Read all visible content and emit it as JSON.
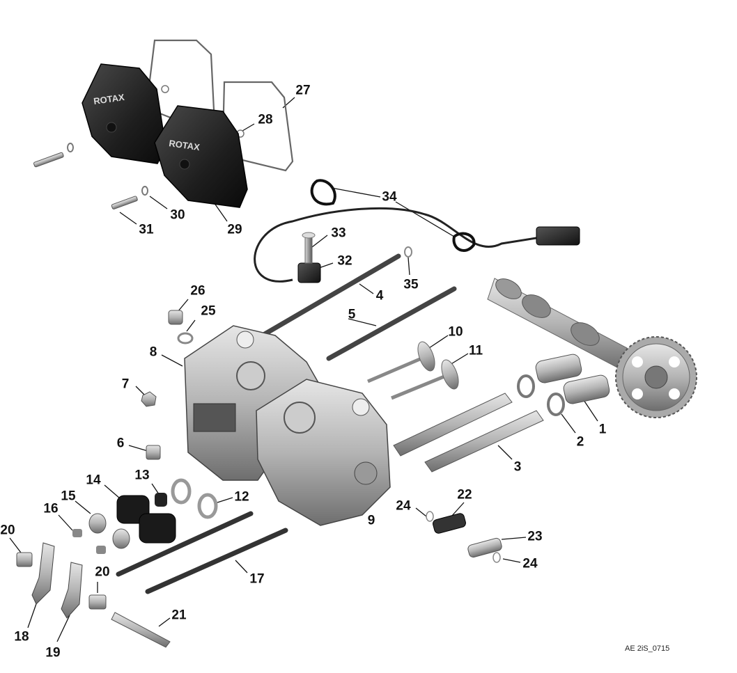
{
  "diagram": {
    "reference_code": "AE 2iS_0715",
    "cover_logo_text": "ROTAX",
    "callouts": [
      {
        "id": "c1",
        "text": "1"
      },
      {
        "id": "c2",
        "text": "2"
      },
      {
        "id": "c3",
        "text": "3"
      },
      {
        "id": "c4",
        "text": "4"
      },
      {
        "id": "c5",
        "text": "5"
      },
      {
        "id": "c6",
        "text": "6"
      },
      {
        "id": "c7",
        "text": "7"
      },
      {
        "id": "c8",
        "text": "8"
      },
      {
        "id": "c9",
        "text": "9"
      },
      {
        "id": "c10",
        "text": "10"
      },
      {
        "id": "c11",
        "text": "11"
      },
      {
        "id": "c12",
        "text": "12"
      },
      {
        "id": "c13",
        "text": "13"
      },
      {
        "id": "c14",
        "text": "14"
      },
      {
        "id": "c15",
        "text": "15"
      },
      {
        "id": "c16",
        "text": "16"
      },
      {
        "id": "c17",
        "text": "17"
      },
      {
        "id": "c18",
        "text": "18"
      },
      {
        "id": "c19",
        "text": "19"
      },
      {
        "id": "c20a",
        "text": "20"
      },
      {
        "id": "c20b",
        "text": "20"
      },
      {
        "id": "c21",
        "text": "21"
      },
      {
        "id": "c22",
        "text": "22"
      },
      {
        "id": "c23",
        "text": "23"
      },
      {
        "id": "c24a",
        "text": "24"
      },
      {
        "id": "c24b",
        "text": "24"
      },
      {
        "id": "c25",
        "text": "25"
      },
      {
        "id": "c26",
        "text": "26"
      },
      {
        "id": "c27",
        "text": "27"
      },
      {
        "id": "c28",
        "text": "28"
      },
      {
        "id": "c29",
        "text": "29"
      },
      {
        "id": "c30",
        "text": "30"
      },
      {
        "id": "c31",
        "text": "31"
      },
      {
        "id": "c32",
        "text": "32"
      },
      {
        "id": "c33",
        "text": "33"
      },
      {
        "id": "c34",
        "text": "34"
      },
      {
        "id": "c35",
        "text": "35"
      }
    ]
  }
}
